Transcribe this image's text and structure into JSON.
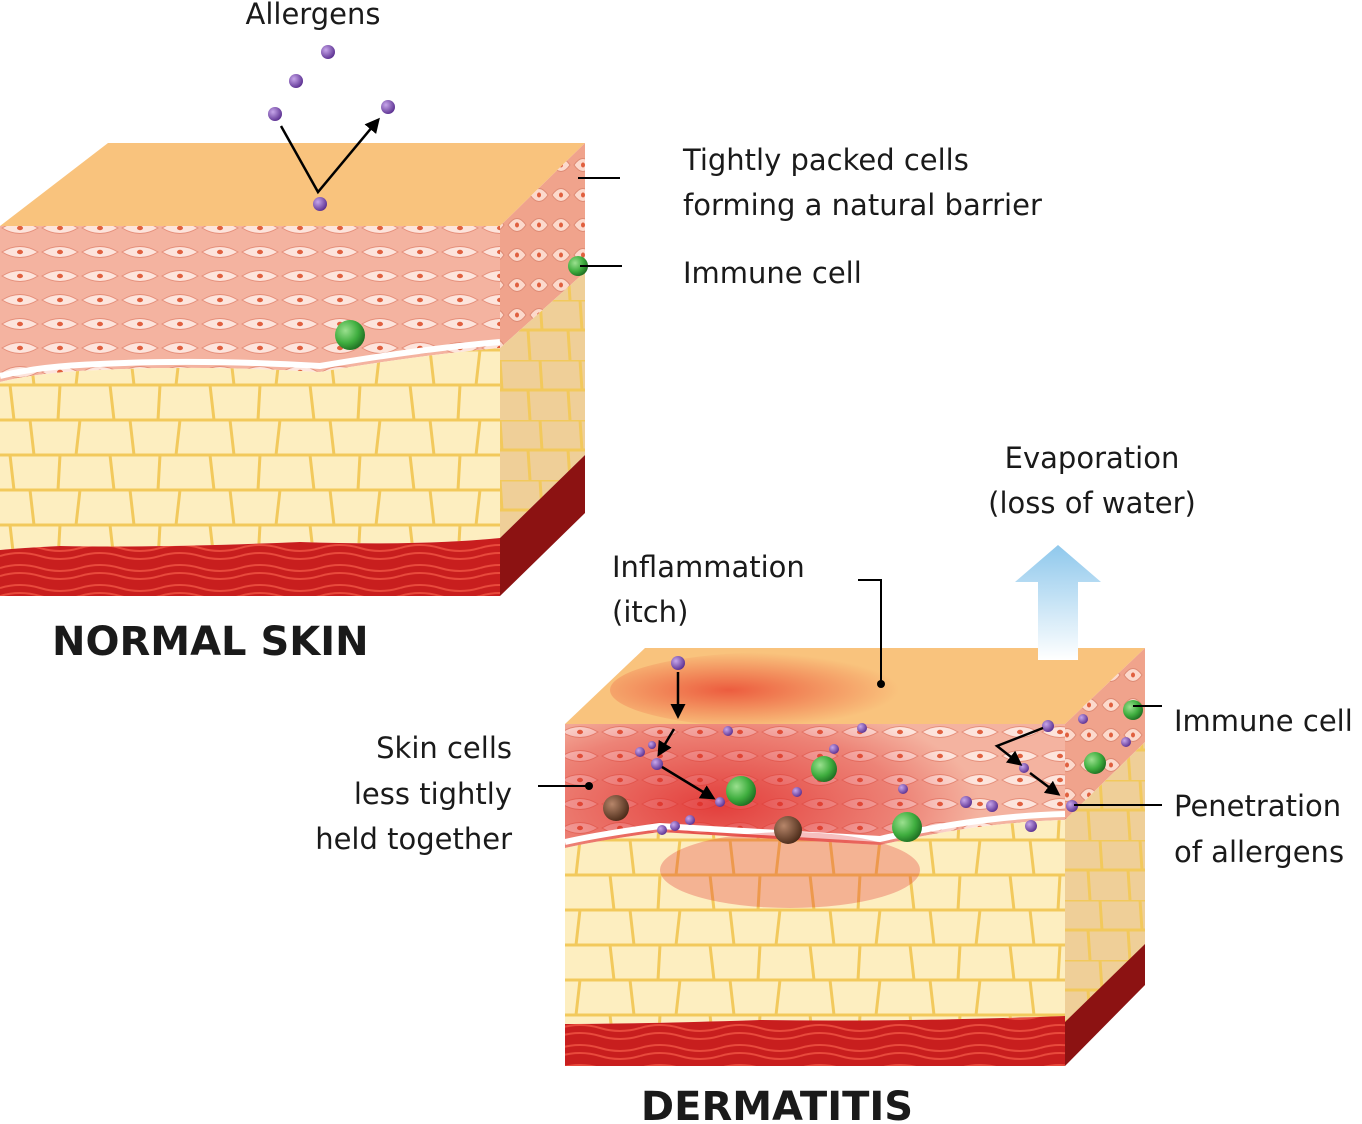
{
  "labels": {
    "allergens": "Allergens",
    "tightly_line1": "Tightly packed cells",
    "tightly_line2": "forming a natural barrier",
    "immune_cell_top": "Immune cell",
    "normal_title": "NORMAL SKIN",
    "evap_line1": "Evaporation",
    "evap_line2": "(loss of water)",
    "inflam_line1": "Inflammation",
    "inflam_line2": "(itch)",
    "skin_line1": "Skin cells",
    "skin_line2": "less tightly",
    "skin_line3": "held together",
    "immune_cell_bottom": "Immune cell",
    "pen_line1": "Penetration",
    "pen_line2": "of allergens",
    "derm_title": "DERMATITIS"
  },
  "colors": {
    "surface": "#f9c37d",
    "epidermis": "#f2a58e",
    "cell_fill": "#fde4dc",
    "nucleus": "#e0603f",
    "fat": "#fdeec0",
    "fat_line": "#f2c95c",
    "muscle": "#c81e1e",
    "muscle_dark": "#8c1212",
    "allergen": "#7a4db0",
    "immune_cell": "#3fae3f",
    "inflamed": "#e02a2a",
    "evap_arrow": "#9fd2f0"
  }
}
